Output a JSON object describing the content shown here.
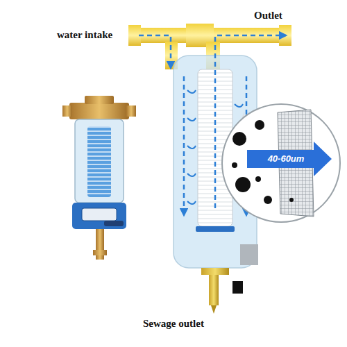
{
  "diagram": {
    "labels": [
      "water intake",
      "Outlet",
      "Sewage outlet",
      "40-60um"
    ]
  }
}
